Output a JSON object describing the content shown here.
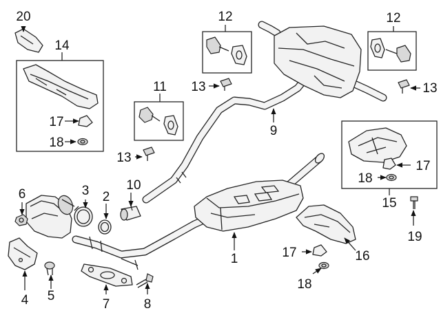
{
  "callouts": {
    "c1": "1",
    "c2": "2",
    "c3": "3",
    "c4": "4",
    "c5": "5",
    "c6": "6",
    "c7": "7",
    "c8": "8",
    "c9": "9",
    "c10": "10",
    "c11": "11",
    "c12a": "12",
    "c12b": "12",
    "c13a": "13",
    "c13b": "13",
    "c13c": "13",
    "c14": "14",
    "c15": "15",
    "c16": "16",
    "c17a": "17",
    "c17b": "17",
    "c17c": "17",
    "c18a": "18",
    "c18b": "18",
    "c18c": "18",
    "c19": "19",
    "c20": "20"
  }
}
